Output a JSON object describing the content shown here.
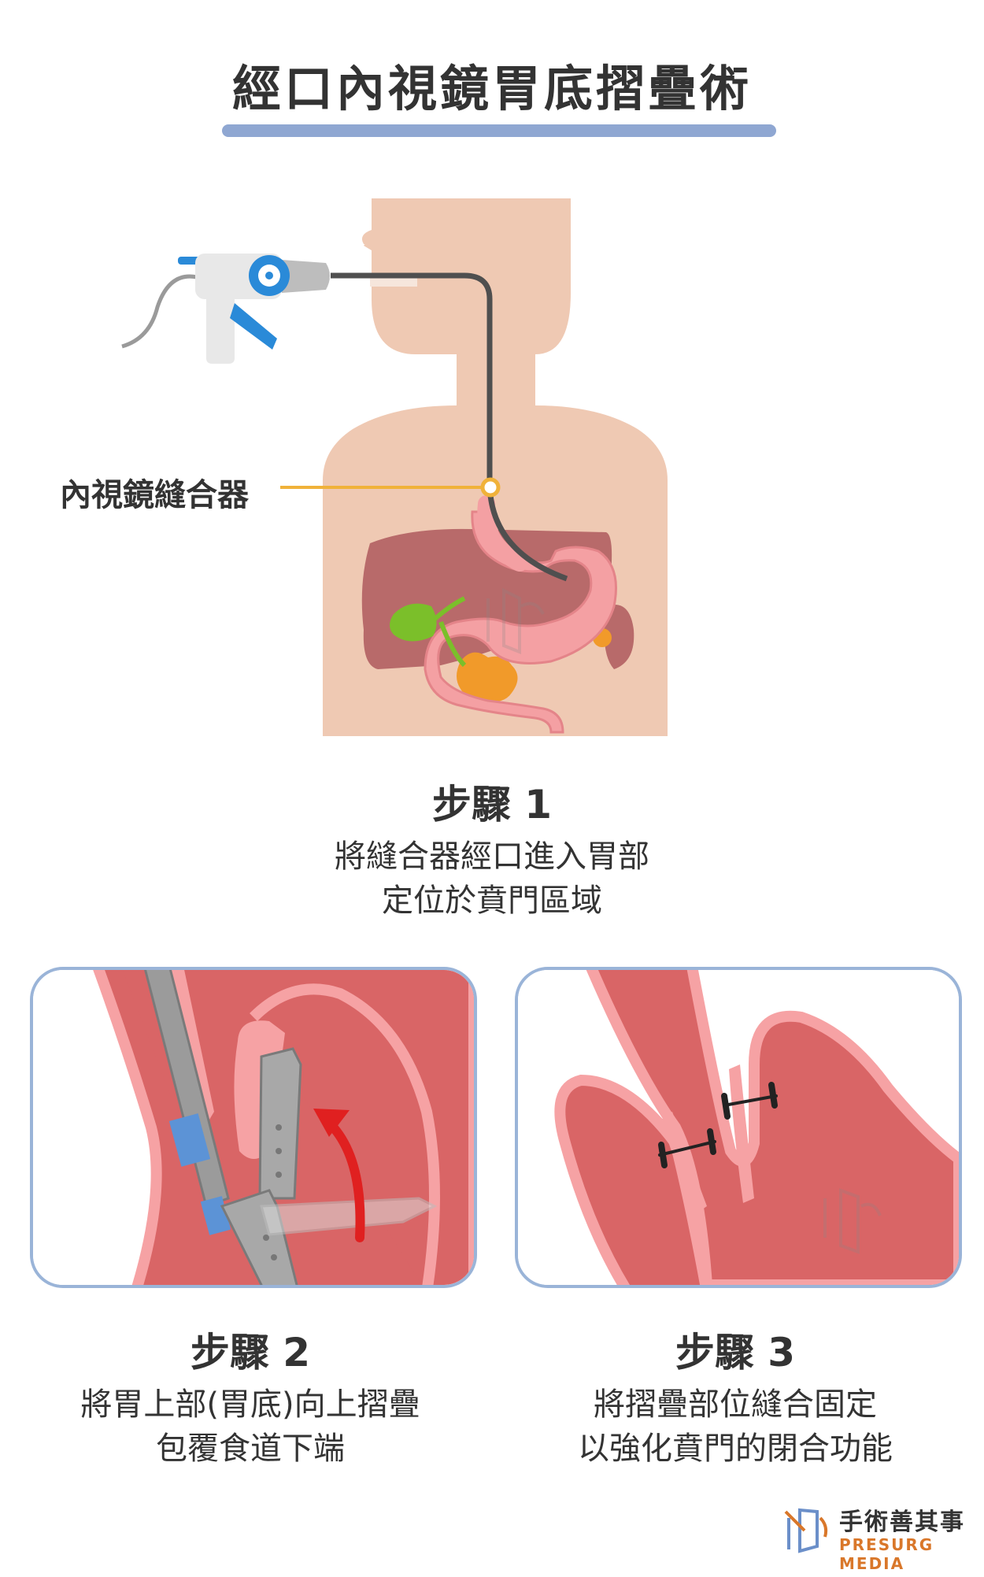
{
  "title": "經口內視鏡胃底摺疊術",
  "callout_label": "內視鏡縫合器",
  "steps": [
    {
      "title": "步驟 1",
      "desc_line1": "將縫合器經口進入胃部",
      "desc_line2": "定位於賁門區域"
    },
    {
      "title": "步驟 2",
      "desc_line1": "將胃上部(胃底)向上摺疊",
      "desc_line2": "包覆食道下端"
    },
    {
      "title": "步驟 3",
      "desc_line1": "將摺疊部位縫合固定",
      "desc_line2": "以強化賁門的閉合功能"
    }
  ],
  "logo": {
    "name": "手術善其事",
    "subtitle": "PRESURG MEDIA"
  },
  "colors": {
    "accent_bar": "#8fa7d2",
    "skin": "#efc9b3",
    "liver": "#b86a6a",
    "stomach": "#f4a0a3",
    "gallbladder": "#7bbf2a",
    "pancreas": "#f19a2a",
    "callout_line": "#f0b23a",
    "tissue_dark": "#d96566",
    "tissue_light": "#f6a2a4",
    "device_blue": "#2a8ad8",
    "panel_border": "#9ab4d8"
  },
  "icons": [
    "endoscopic-suturing-device-icon",
    "red-arrow-icon",
    "suture-stitch-icon",
    "presurg-logo-icon"
  ]
}
